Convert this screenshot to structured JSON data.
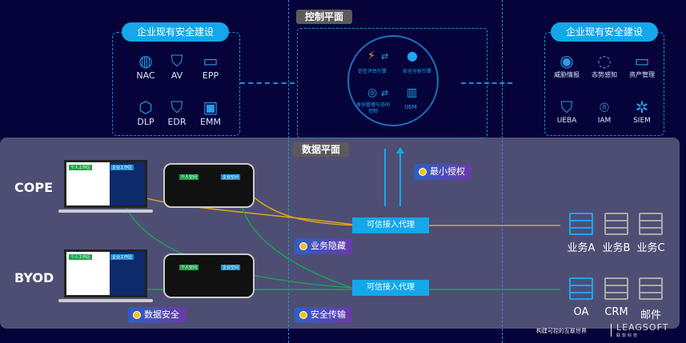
{
  "control_plane": {
    "title": "控制平面",
    "engines": [
      "信任评估引擎",
      "安全分析引擎",
      "身份管理与协同控制",
      "UEM"
    ]
  },
  "data_plane": {
    "title": "数据平面"
  },
  "left_panel": {
    "title": "企业现有安全建设",
    "items": [
      "NAC",
      "AV",
      "EPP",
      "DLP",
      "EDR",
      "EMM"
    ]
  },
  "right_panel": {
    "title": "企业现有安全建设",
    "items": [
      "威胁情报",
      "态势感知",
      "资产管理",
      "UEBA",
      "IAM",
      "SIEM"
    ]
  },
  "devices": {
    "cope": "COPE",
    "byod": "BYOD",
    "laptop_personal": "个人工作区",
    "laptop_enterprise": "企业工作区",
    "phone_personal": "个人空间",
    "phone_enterprise": "企业空间"
  },
  "tags": {
    "min_auth": "最小授权",
    "hide": "业务隐藏",
    "data_sec": "数据安全",
    "trans": "安全传输"
  },
  "proxy": {
    "top": "可信接入代理",
    "bottom": "可信接入代理"
  },
  "servers_top": [
    "业务A",
    "业务B",
    "业务C"
  ],
  "servers_bottom": [
    "OA",
    "CRM",
    "邮件"
  ],
  "footer": {
    "slogan": "构建可控的互联世界",
    "brand": "LEAGSOFT",
    "brand_cn": "联软科技"
  },
  "colors": {
    "bg": "#06033a",
    "accent": "#14a7ea",
    "data_plane": "#4e4e74",
    "cope_line": "#e0a51a",
    "byod_line": "#18a05a"
  }
}
